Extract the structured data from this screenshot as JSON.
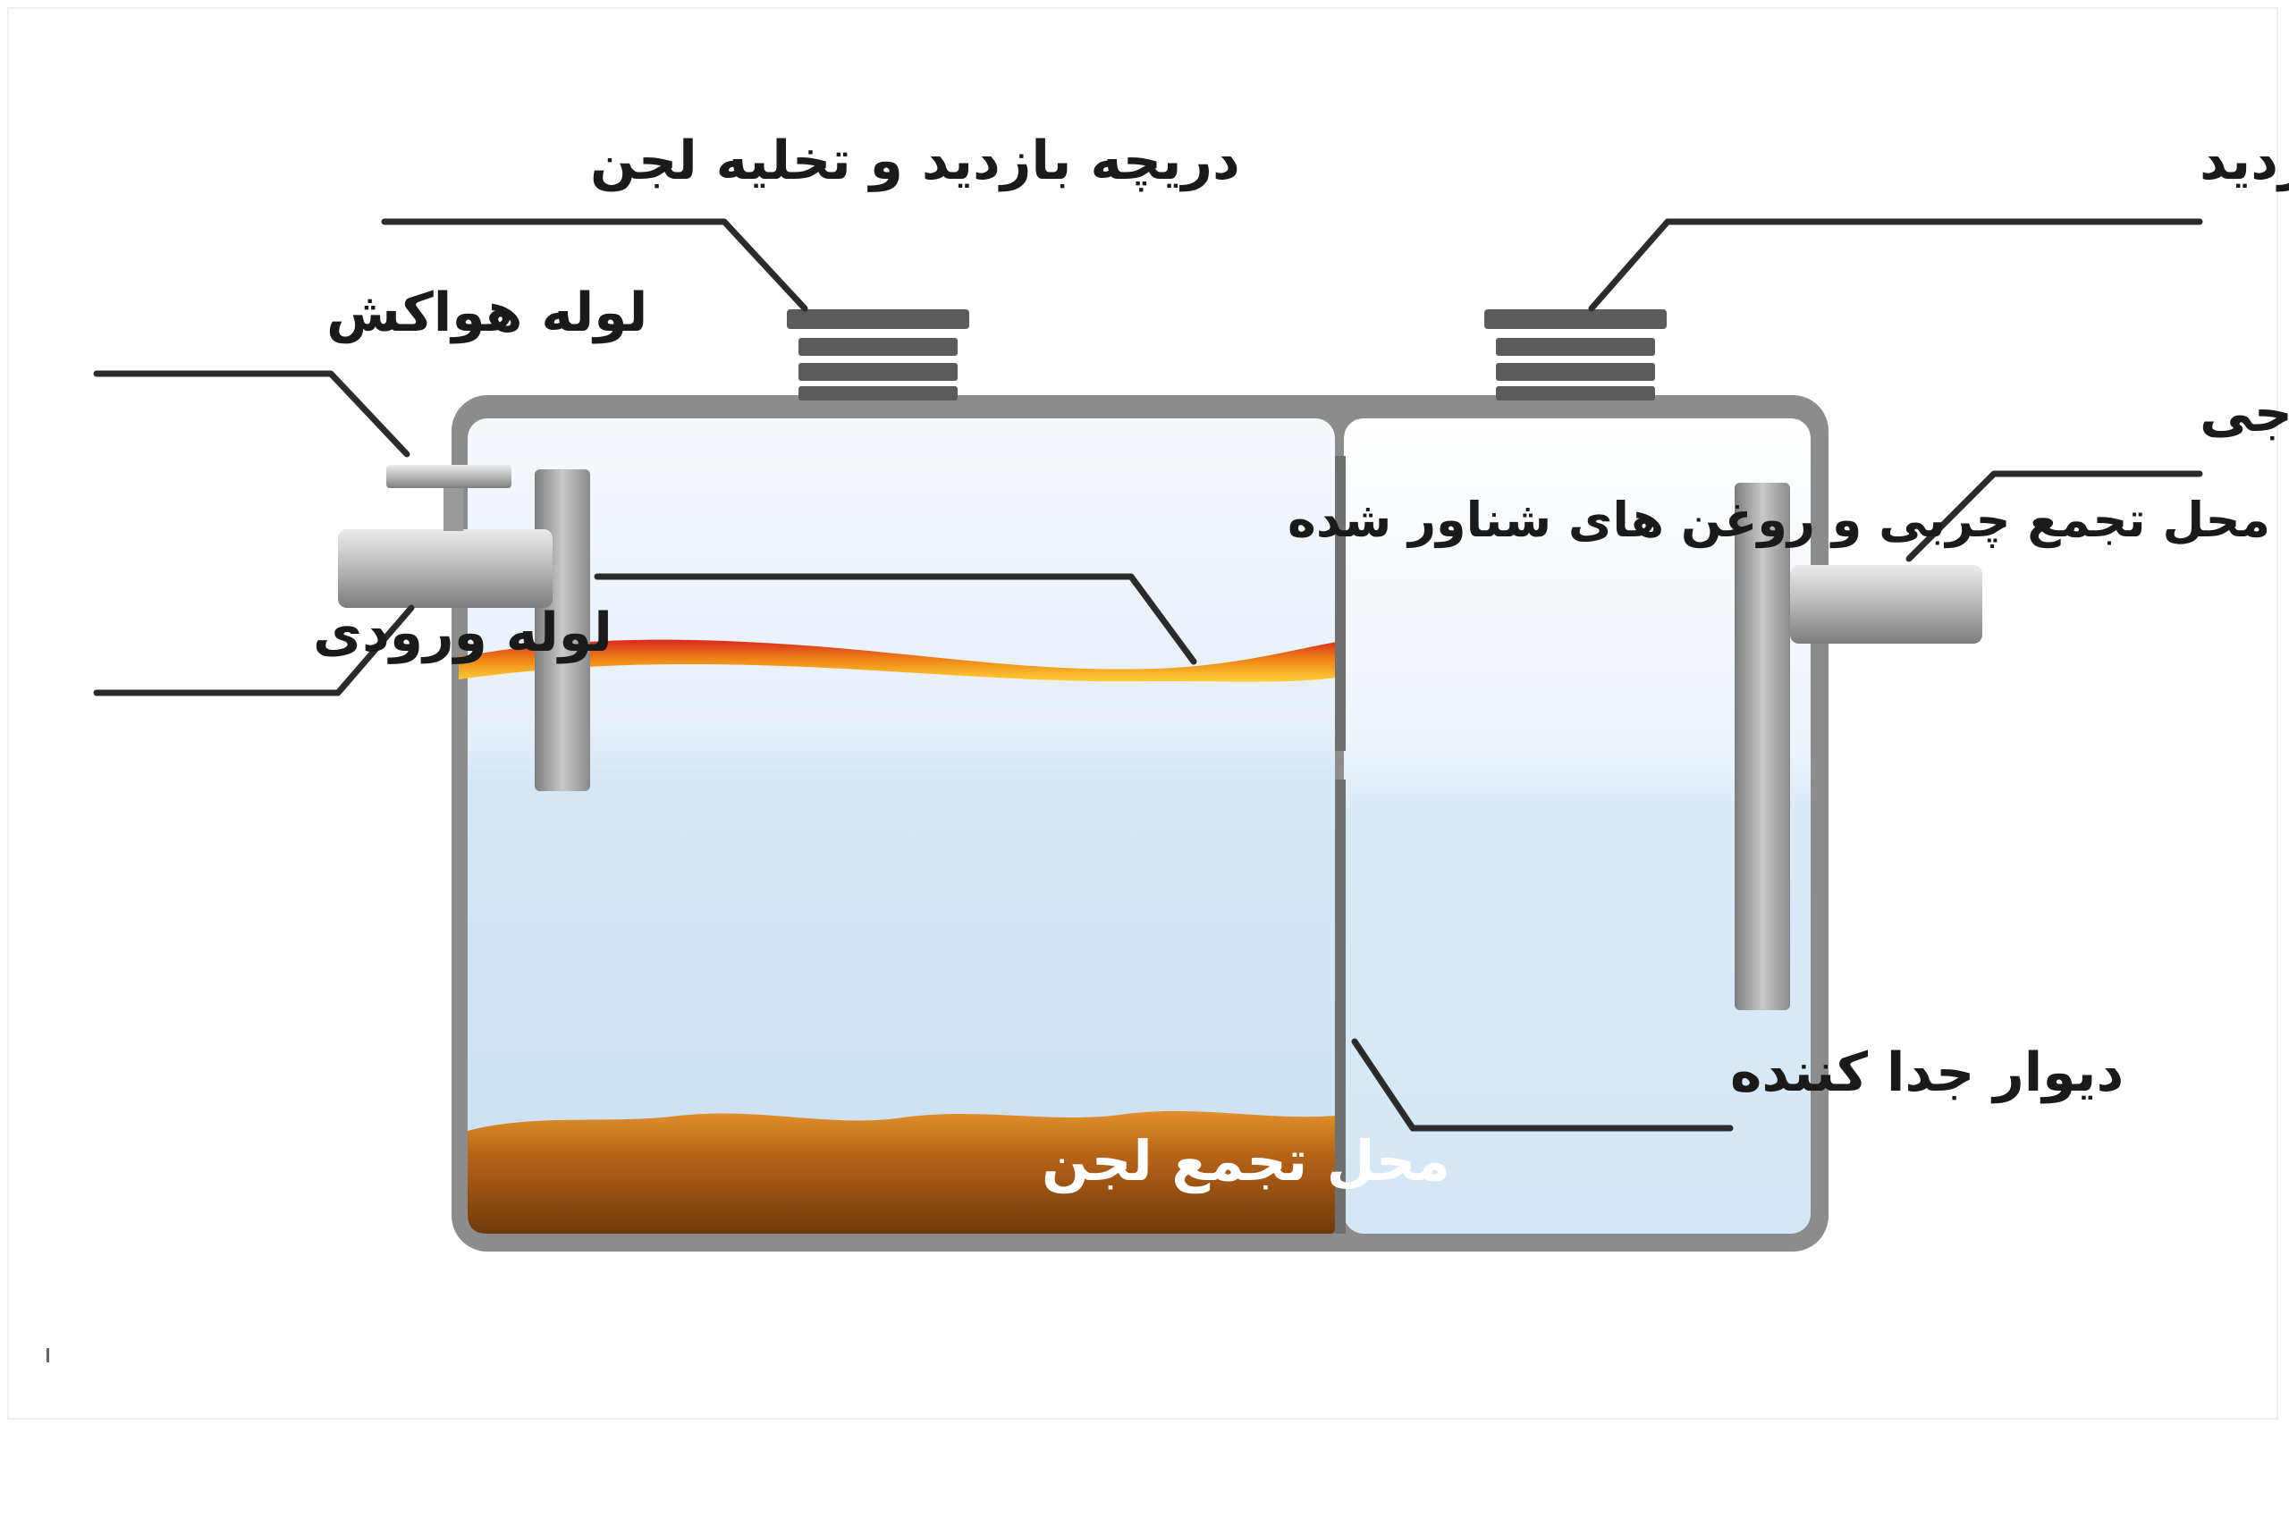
{
  "labels": {
    "inspection_sludge_hatch": "دریچه بازدید و تخلیه لجن",
    "inspection_hatch": "دریچه بازدید",
    "vent_pipe": "لوله هواکش",
    "outlet_pipe": "لوله خروجی",
    "inlet_pipe": "لوله ورودی",
    "grease_zone": "محل تجمع چربی و روغن های شناور شده",
    "partition_wall": "دیوار جدا کننده",
    "sludge_zone": "محل تجمع لجن"
  },
  "colors": {
    "tank_wall": "#8c8c8c",
    "water_top": "#f4f8fc",
    "water_mid": "#dbe9f6",
    "water_low": "#c9dff2",
    "grease_red": "#d8281c",
    "grease_orange": "#f59a18",
    "grease_yellow": "#ffd23a",
    "sludge_dark": "#7a3f0e",
    "sludge_light": "#c8741f",
    "pipe_gray": "#a8a8a8"
  }
}
